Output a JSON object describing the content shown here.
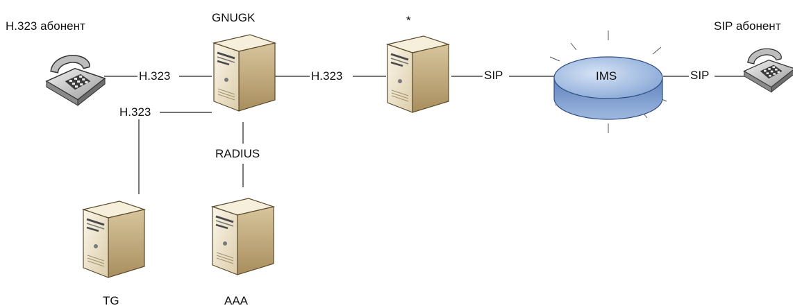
{
  "nodes": {
    "h323_subscriber": {
      "label": "H.323 абонент",
      "icon": "telephone-icon"
    },
    "gnugk": {
      "label": "GNUGK",
      "icon": "server-icon"
    },
    "asterisk": {
      "label": "*",
      "icon": "server-icon"
    },
    "ims": {
      "label": "IMS",
      "icon": "cloud-cylinder-icon"
    },
    "sip_subscriber": {
      "label": "SIP абонент",
      "icon": "telephone-icon"
    },
    "tg": {
      "label": "TG",
      "icon": "server-icon"
    },
    "aaa": {
      "label": "AAA",
      "icon": "server-icon"
    }
  },
  "links": {
    "phone_gnugk": "H.323",
    "tg_gnugk": "H.323",
    "gnugk_asterisk": "H.323",
    "asterisk_ims": "SIP",
    "ims_phone": "SIP",
    "gnugk_aaa": "RADIUS"
  },
  "colors": {
    "server_front": "#efe6cf",
    "server_side": "#c9b48a",
    "server_top": "#f7f1e1",
    "ims_fill": "#7e9fd0",
    "ims_top": "#b9cdea",
    "phone_body": "#d9d9d9",
    "line": "#222222"
  }
}
